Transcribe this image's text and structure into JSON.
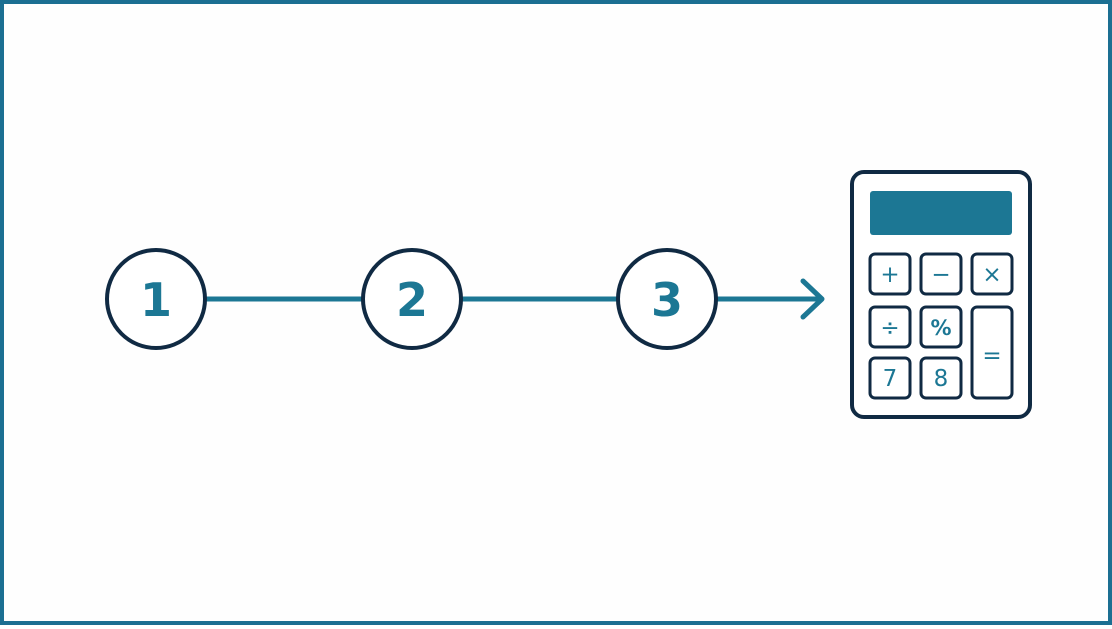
{
  "steps": [
    {
      "number": "1"
    },
    {
      "number": "2"
    },
    {
      "number": "3"
    }
  ],
  "calculator": {
    "icon": "calculator-icon",
    "keys": {
      "plus": "+",
      "minus": "−",
      "times": "×",
      "divide": "÷",
      "percent": "%",
      "equals": "=",
      "seven": "7",
      "eight": "8"
    }
  },
  "colors": {
    "accent": "#1c7794",
    "outline": "#102a43",
    "border": "#1c6f92",
    "display": "#1c7794"
  }
}
